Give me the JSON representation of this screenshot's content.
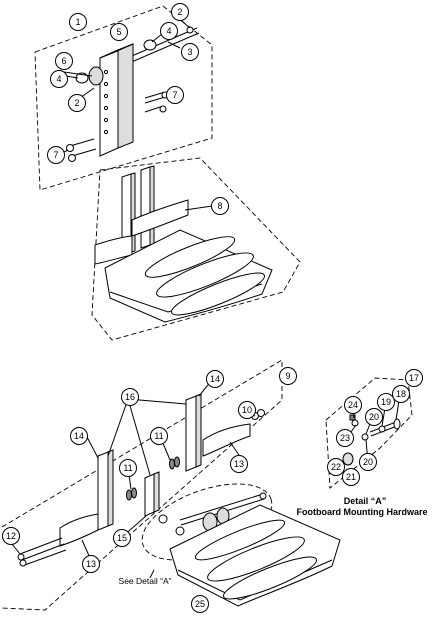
{
  "callouts": [
    {
      "id": "c1",
      "label": "1"
    },
    {
      "id": "c2a",
      "label": "2"
    },
    {
      "id": "c2b",
      "label": "2"
    },
    {
      "id": "c3",
      "label": "3"
    },
    {
      "id": "c4a",
      "label": "4"
    },
    {
      "id": "c4b",
      "label": "4"
    },
    {
      "id": "c5",
      "label": "5"
    },
    {
      "id": "c6",
      "label": "6"
    },
    {
      "id": "c7a",
      "label": "7"
    },
    {
      "id": "c7b",
      "label": "7"
    },
    {
      "id": "c8",
      "label": "8"
    },
    {
      "id": "c9",
      "label": "9"
    },
    {
      "id": "c10",
      "label": "10"
    },
    {
      "id": "c11a",
      "label": "11"
    },
    {
      "id": "c11b",
      "label": "11"
    },
    {
      "id": "c12",
      "label": "12"
    },
    {
      "id": "c13a",
      "label": "13"
    },
    {
      "id": "c13b",
      "label": "13"
    },
    {
      "id": "c14a",
      "label": "14"
    },
    {
      "id": "c14b",
      "label": "14"
    },
    {
      "id": "c15",
      "label": "15"
    },
    {
      "id": "c16",
      "label": "16"
    },
    {
      "id": "c17",
      "label": "17"
    },
    {
      "id": "c18",
      "label": "18"
    },
    {
      "id": "c19",
      "label": "19"
    },
    {
      "id": "c20a",
      "label": "20"
    },
    {
      "id": "c20b",
      "label": "20"
    },
    {
      "id": "c21",
      "label": "21"
    },
    {
      "id": "c22",
      "label": "22"
    },
    {
      "id": "c23",
      "label": "23"
    },
    {
      "id": "c24",
      "label": "24"
    },
    {
      "id": "c25",
      "label": "25"
    }
  ],
  "detail": {
    "title": "Detail “A”",
    "subtitle": "Footboard Mounting Hardware",
    "see_label": "See Detail “A”"
  }
}
